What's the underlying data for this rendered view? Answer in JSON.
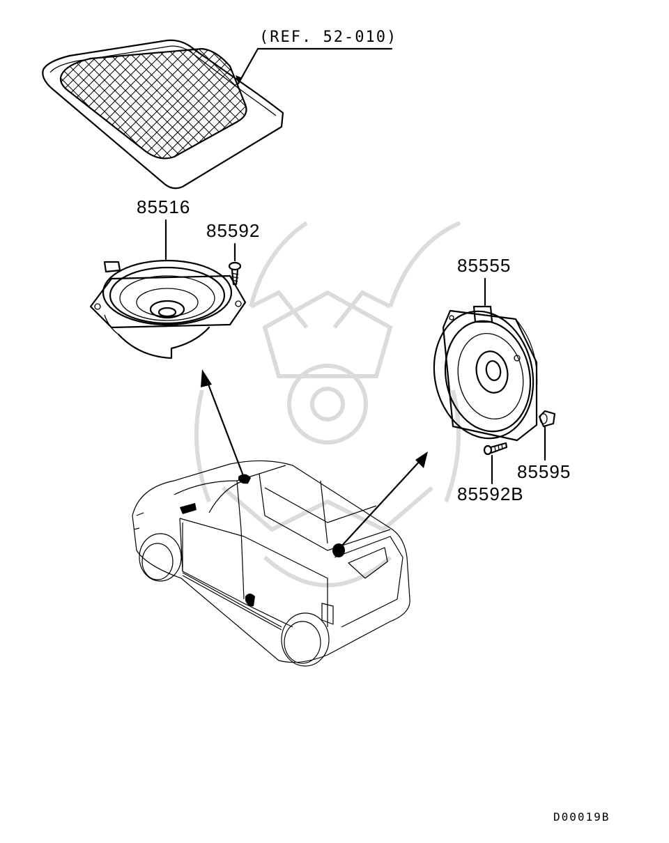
{
  "reference": "(REF. 52-010)",
  "parts": {
    "front_speaker": "85516",
    "front_screw": "85592",
    "rear_speaker": "85555",
    "rear_nut": "85595",
    "rear_screw": "85592B"
  },
  "diagram_code": "D00019B"
}
